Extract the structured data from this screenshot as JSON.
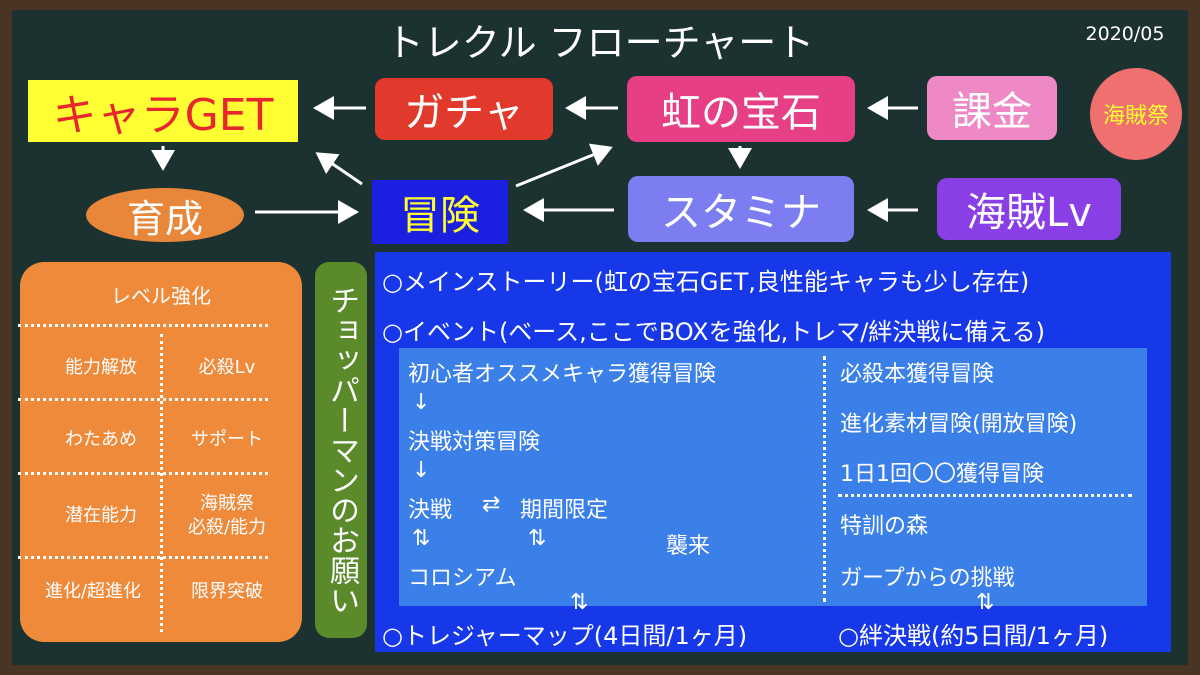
{
  "header": {
    "title": "トレクル フローチャート",
    "date": "2020/05"
  },
  "nodes": {
    "chara_get": "キャラGET",
    "gacha": "ガチャ",
    "niji": "虹の宝石",
    "kakin": "課金",
    "kaizokusai": "海賊祭",
    "ikusei": "育成",
    "bouken": "冒険",
    "stamina": "スタミナ",
    "kaizoku_lv": "海賊Lv"
  },
  "level_panel": {
    "title": "レベル強化",
    "rows": [
      [
        "能力解放",
        "必殺Lv"
      ],
      [
        "わたあめ",
        "サポート"
      ],
      [
        "潜在能力",
        "海賊祭\n必殺/能力"
      ],
      [
        "進化/超進化",
        "限界突破"
      ]
    ]
  },
  "chopper": "チョッパーマンのお願い",
  "main": {
    "line1": "○メインストーリー(虹の宝石GET,良性能キャラも少し存在)",
    "line2": "○イベント(ベース,ここでBOXを強化,トレマ/絆決戦に備える)",
    "left": {
      "item1": "初心者オススメキャラ獲得冒険",
      "arrow1": "↓",
      "item2": "決戦対策冒険",
      "arrow2": "↓",
      "kessen": "決戦",
      "exchange": "⇄",
      "kikan": "期間限定",
      "updown1": "⇅",
      "updown2": "⇅",
      "shurai": "襲来",
      "colosseum": "コロシアム"
    },
    "right": {
      "item1": "必殺本獲得冒険",
      "item2": "進化素材冒険(開放冒険)",
      "item3": "1日1回〇〇獲得冒険",
      "item4": "特訓の森",
      "item5": "ガープからの挑戦"
    },
    "updown_bottom_left": "⇅",
    "updown_bottom_right": "⇅",
    "treasure": "○トレジャーマップ(4日間/1ヶ月)",
    "kizuna": "○絆決戦(約5日間/1ヶ月)"
  }
}
